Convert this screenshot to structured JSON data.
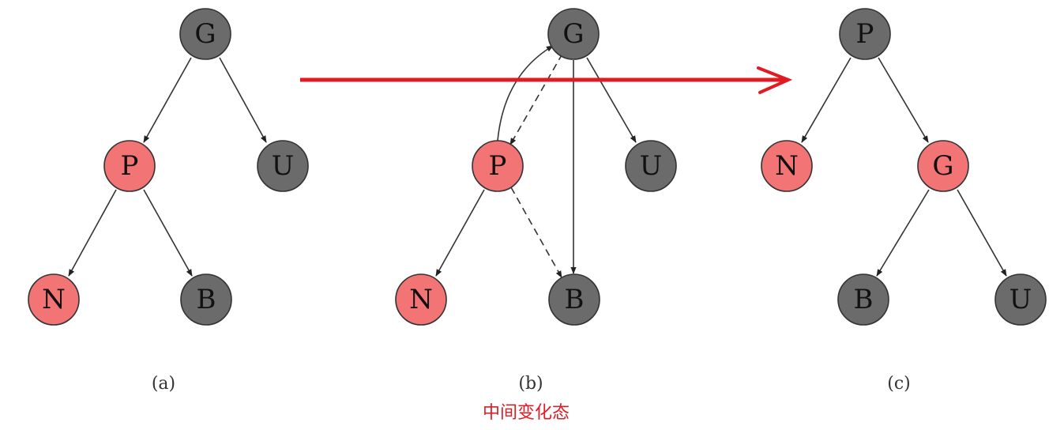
{
  "colors": {
    "black_node": "#6b6b6b",
    "red_node": "#f27474",
    "node_stroke": "#333333",
    "edge": "#333333",
    "arrow_highlight": "#e01b24",
    "note_text": "#e01b24"
  },
  "panels": [
    {
      "caption": "(a)",
      "nodes": [
        {
          "label": "G",
          "color": "black"
        },
        {
          "label": "P",
          "color": "red"
        },
        {
          "label": "U",
          "color": "black"
        },
        {
          "label": "N",
          "color": "red"
        },
        {
          "label": "B",
          "color": "black"
        }
      ]
    },
    {
      "caption": "(b)",
      "nodes": [
        {
          "label": "G",
          "color": "black"
        },
        {
          "label": "P",
          "color": "red"
        },
        {
          "label": "U",
          "color": "black"
        },
        {
          "label": "N",
          "color": "red"
        },
        {
          "label": "B",
          "color": "black"
        }
      ]
    },
    {
      "caption": "(c)",
      "nodes": [
        {
          "label": "P",
          "color": "black"
        },
        {
          "label": "N",
          "color": "red"
        },
        {
          "label": "G",
          "color": "red"
        },
        {
          "label": "B",
          "color": "black"
        },
        {
          "label": "U",
          "color": "black"
        }
      ]
    }
  ],
  "note": "中间变化态"
}
